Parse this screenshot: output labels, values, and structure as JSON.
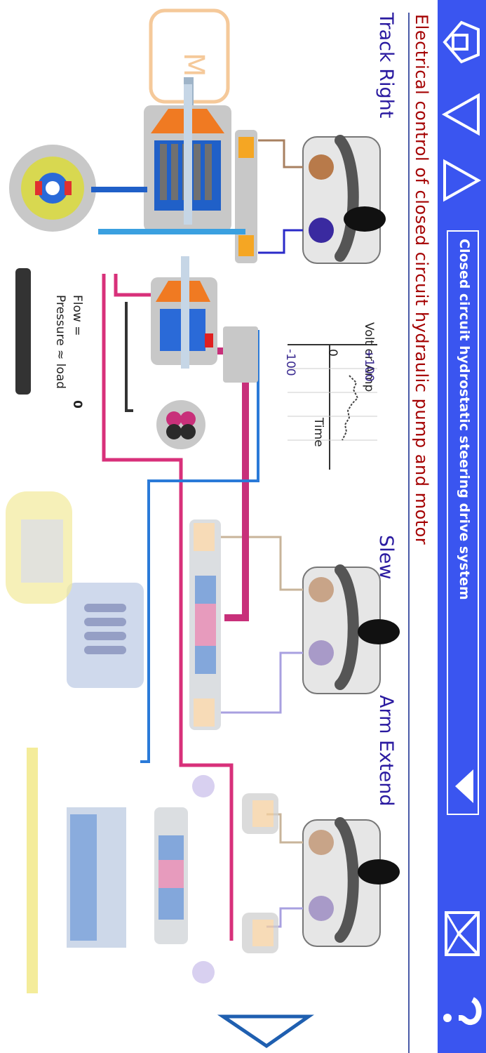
{
  "toolbar": {
    "home_icon": "home-icon",
    "prev_icon": "triangle-up-icon",
    "next_icon": "triangle-down-icon",
    "selector_label": "Closed circuit hydrostatic steering drive system",
    "selector_arrow_icon": "triangle-left-icon",
    "mail_icon": "mail-icon",
    "help_icon": "question-icon"
  },
  "subtitle": "Electrical control of closed circuit hydraulic pump and motor",
  "levers": [
    {
      "label": "Track Right"
    },
    {
      "label": "Slew"
    },
    {
      "label": "Arm Extend"
    }
  ],
  "graph": {
    "title": "Volt or Amp",
    "top_tick": "+100",
    "zero_tick": "0",
    "bottom_tick": "-100",
    "xlabel": "Time"
  },
  "readout": {
    "flow_label": "Flow  =",
    "flow_value": "0",
    "pressure_label": "Pressure  ≈  load"
  },
  "scroll_icon": "triangle-down-icon",
  "colors": {
    "toolbar": "#3a55f0",
    "subtitle": "#a40000",
    "lever_label": "#2a1aa0",
    "pressure_line": "#d8307a",
    "return_line": "#2a7ad8"
  }
}
